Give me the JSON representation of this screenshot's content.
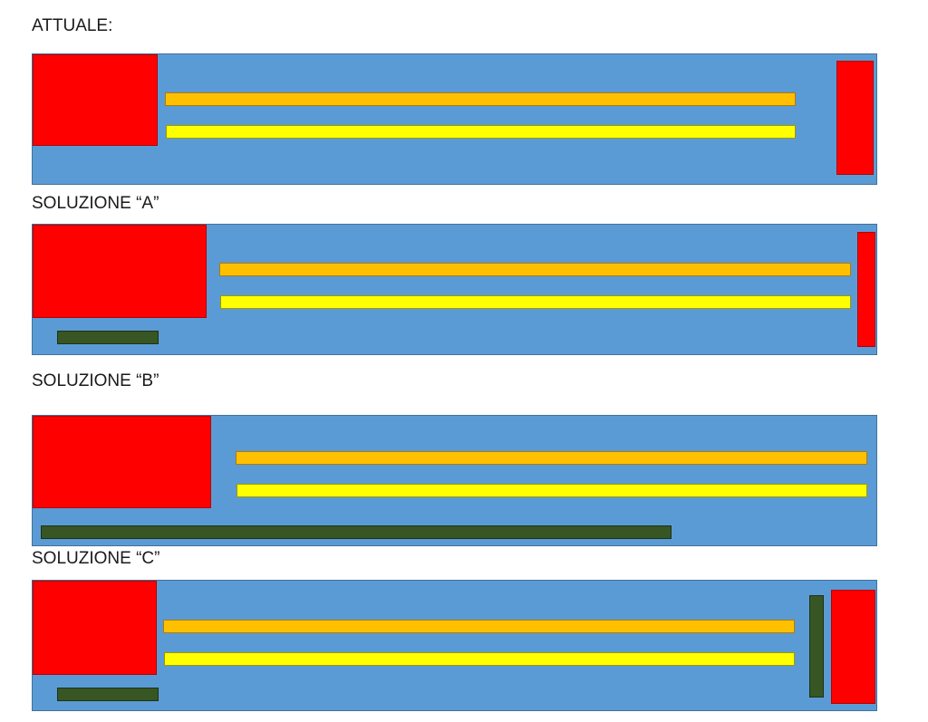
{
  "colors": {
    "panel": "#5b9bd5",
    "red": "#ff0000",
    "orange": "#ffc000",
    "yellow": "#ffff00",
    "green": "#375623"
  },
  "labels": {
    "current": "ATTUALE:",
    "solution_a": "SOLUZIONE “A”",
    "solution_b": "SOLUZIONE “B”",
    "solution_c": "SOLUZIONE “C”"
  }
}
